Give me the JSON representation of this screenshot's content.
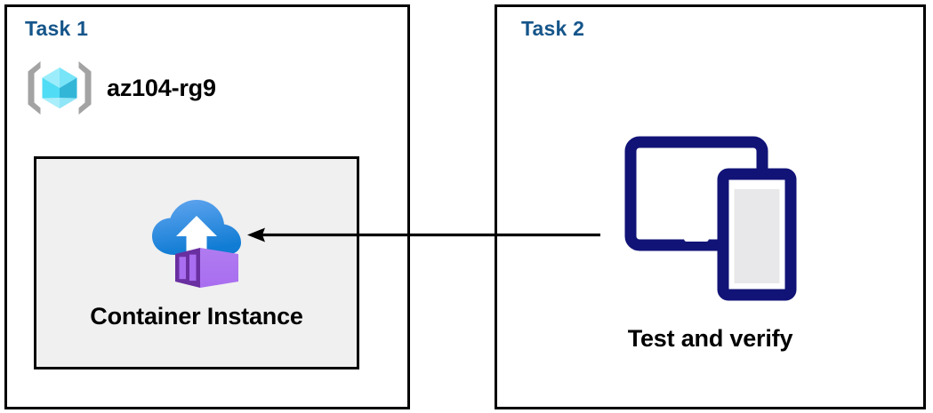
{
  "diagram": {
    "title": "Azure task diagram: deploy container instance and test",
    "background_color": "#ffffff",
    "border_color": "#000000"
  },
  "colors": {
    "task_title": "#15558a",
    "panel_border": "#000000",
    "resource_box_fill": "#f0f0f0",
    "arrow": "#000000",
    "device_navy": "#111377",
    "device_screen": "#e8e8ea",
    "cloud_blue_light": "#5ea0ee",
    "cloud_blue_dark": "#1380da",
    "container_purple_light": "#b77ef0",
    "container_purple_dark": "#6a2fa0",
    "cube_cyan_light": "#9bedfb",
    "cube_cyan_mid": "#50dcf5",
    "cube_cyan_dark": "#32b6d8",
    "bracket_gray": "#a3a3a3"
  },
  "task1": {
    "title": "Task 1",
    "resource_group": {
      "icon": "resource-group-icon",
      "name": "az104-rg9"
    },
    "resource": {
      "icon": "container-instance-icon",
      "label": "Container Instance"
    }
  },
  "task2": {
    "title": "Task 2",
    "step": {
      "icon": "tablet-and-phone-icon",
      "label": "Test and verify"
    }
  },
  "connector": {
    "name": "arrow-left",
    "direction": "left",
    "from": "Test and verify",
    "to": "Container Instance"
  }
}
